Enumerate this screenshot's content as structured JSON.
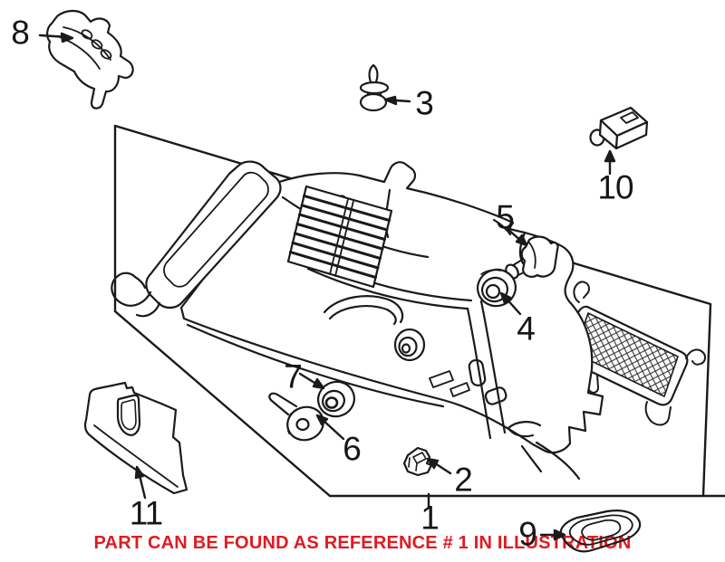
{
  "illustration": {
    "background": "#ffffff",
    "line_color": "#1a1a1a",
    "note": {
      "text": "PART CAN BE FOUND AS REFERENCE # 1 IN ILLUSTRATION",
      "color": "#e01b21"
    },
    "callouts": [
      {
        "label": "1"
      },
      {
        "label": "2"
      },
      {
        "label": "3"
      },
      {
        "label": "4"
      },
      {
        "label": "5"
      },
      {
        "label": "6"
      },
      {
        "label": "7"
      },
      {
        "label": "8"
      },
      {
        "label": "9"
      },
      {
        "label": "10"
      },
      {
        "label": "11"
      }
    ]
  }
}
